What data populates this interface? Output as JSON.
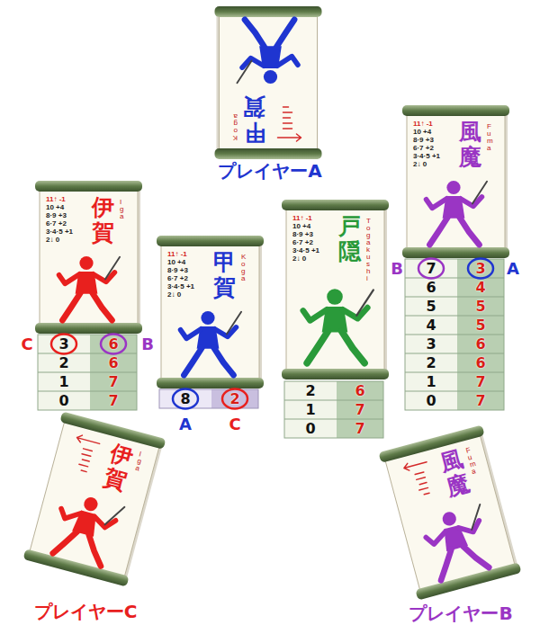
{
  "diagram": {
    "nodes": [
      {
        "text": [
          "甲賀",
          "Koga"
        ]
      },
      {
        "text": [
          "伊賀",
          "Iga",
          "11↑ -1",
          "10 +4",
          "8·9 +3",
          "6·7 +2",
          "3·4·5 +1",
          "2↓ 0"
        ]
      },
      {
        "text": [
          "3",
          "6",
          "2",
          "6",
          "1",
          "7",
          "0",
          "7"
        ]
      },
      {
        "text": [
          "甲賀",
          "Koga",
          "11↑ -1",
          "10 +4",
          "8·9 +3",
          "6·7 +2",
          "3·4·5 +1",
          "2↓ 0"
        ]
      },
      {
        "text": [
          "8",
          "2"
        ]
      },
      {
        "text": [
          "戸隠",
          "Togakushi",
          "11↑ -1",
          "10 +4",
          "8·9 +3",
          "6·7 +2",
          "3·4·5 +1",
          "2↓ 0"
        ]
      },
      {
        "text": [
          "2",
          "6",
          "1",
          "7",
          "0",
          "7"
        ]
      },
      {
        "text": [
          "風魔",
          "Fuma",
          "11↑ -1",
          "10 +4",
          "8·9 +3",
          "6·7 +2",
          "3·4·5 +1",
          "2↓ 0"
        ]
      },
      {
        "text": [
          "7",
          "3",
          "6",
          "4",
          "5",
          "5",
          "4",
          "5",
          "3",
          "6",
          "2",
          "6",
          "1",
          "7",
          "0",
          "7"
        ]
      },
      {
        "text": [
          "伊賀",
          "Iga"
        ]
      },
      {
        "text": [
          "風魔",
          "Fuma"
        ]
      }
    ],
    "labels": [
      "プレイヤーA",
      "B",
      "A",
      "C",
      "B",
      "A",
      "C",
      "プレイヤーC",
      "プレイヤーB"
    ]
  }
}
